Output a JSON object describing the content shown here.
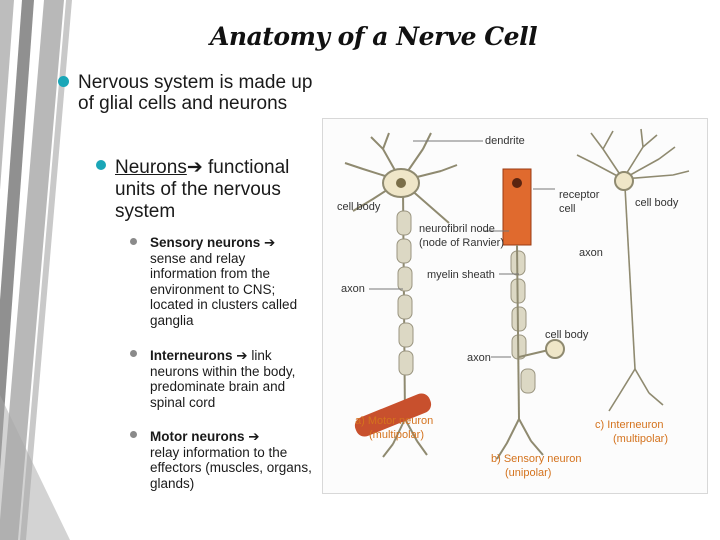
{
  "slide": {
    "title": "Anatomy of a Nerve Cell",
    "bullet1": "Nervous system is made up of glial cells and neurons",
    "bullet2_head": "Neurons",
    "bullet2_arrow": "➔",
    "bullet2_text": "functional units of the nervous system",
    "sensory_head": "Sensory neurons ",
    "sensory_arrow": "➔",
    "sensory_text": "sense and relay information from the environment to CNS; located in clusters called ganglia",
    "inter_head": "Interneurons ",
    "inter_arrow": "➔",
    "inter_text_inline": " link",
    "inter_text": "neurons within the body, predominate brain and spinal cord",
    "motor_head": "Motor neurons ",
    "motor_arrow": "➔",
    "motor_text": "relay information to the effectors (muscles, organs, glands)"
  },
  "figure": {
    "dendrite": "dendrite",
    "cell_body_left": "cell body",
    "receptor": "receptor",
    "cell": "cell",
    "cell_body_right": "cell body",
    "neurofibril": "neurofibril node",
    "ranvier": "(node of Ranvier)",
    "axon_right": "axon",
    "myelin": "myelin sheath",
    "axon_left": "axon",
    "cell_body_mid": "cell body",
    "axon_mid": "axon",
    "motor_label": "a) Motor neuron",
    "motor_sub": "(multipolar)",
    "sensory_label": "b) Sensory neuron",
    "sensory_sub": "(unipolar)",
    "inter_label": "c) Interneuron",
    "inter_sub": "(multipolar)"
  },
  "colors": {
    "accent_teal": "#1aa6b7",
    "accent_gray": "#8a8a8a",
    "orange": "#d4731e",
    "muscle": "#c8502d"
  }
}
